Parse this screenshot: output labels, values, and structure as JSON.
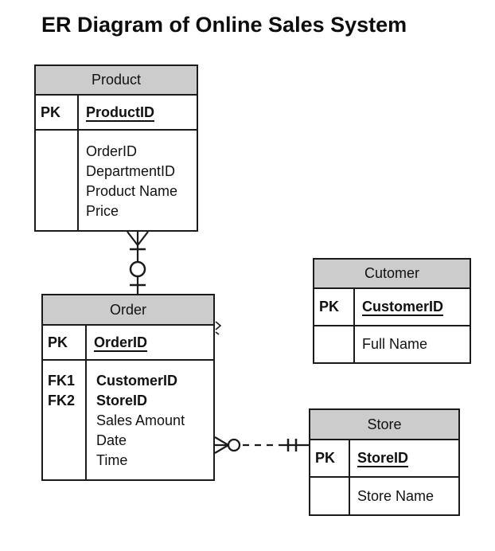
{
  "title": "ER Diagram of Online Sales System",
  "colors": {
    "header_fill": "#cccccc",
    "border": "#1b1b1b",
    "background": "#ffffff",
    "text": "#111111"
  },
  "entities": {
    "product": {
      "name": "Product",
      "key_label": "PK",
      "key_attr": "ProductID",
      "attributes": [
        {
          "label": "",
          "text": "OrderID"
        },
        {
          "label": "",
          "text": "DepartmentID"
        },
        {
          "label": "",
          "text": "Product Name"
        },
        {
          "label": "",
          "text": "Price"
        }
      ]
    },
    "order": {
      "name": "Order",
      "key_label": "PK",
      "key_attr": "OrderID",
      "attributes": [
        {
          "label": "FK1",
          "text": "CustomerID"
        },
        {
          "label": "FK2",
          "text": "StoreID"
        },
        {
          "label": "",
          "text": "Sales Amount"
        },
        {
          "label": "",
          "text": "Date"
        },
        {
          "label": "",
          "text": "Time"
        }
      ]
    },
    "customer": {
      "name": "Cutomer",
      "key_label": "PK",
      "key_attr": "CustomerID",
      "attributes": [
        {
          "label": "",
          "text": "Full Name"
        }
      ]
    },
    "store": {
      "name": "Store",
      "key_label": "PK",
      "key_attr": "StoreID",
      "attributes": [
        {
          "label": "",
          "text": "Store Name"
        }
      ]
    }
  }
}
